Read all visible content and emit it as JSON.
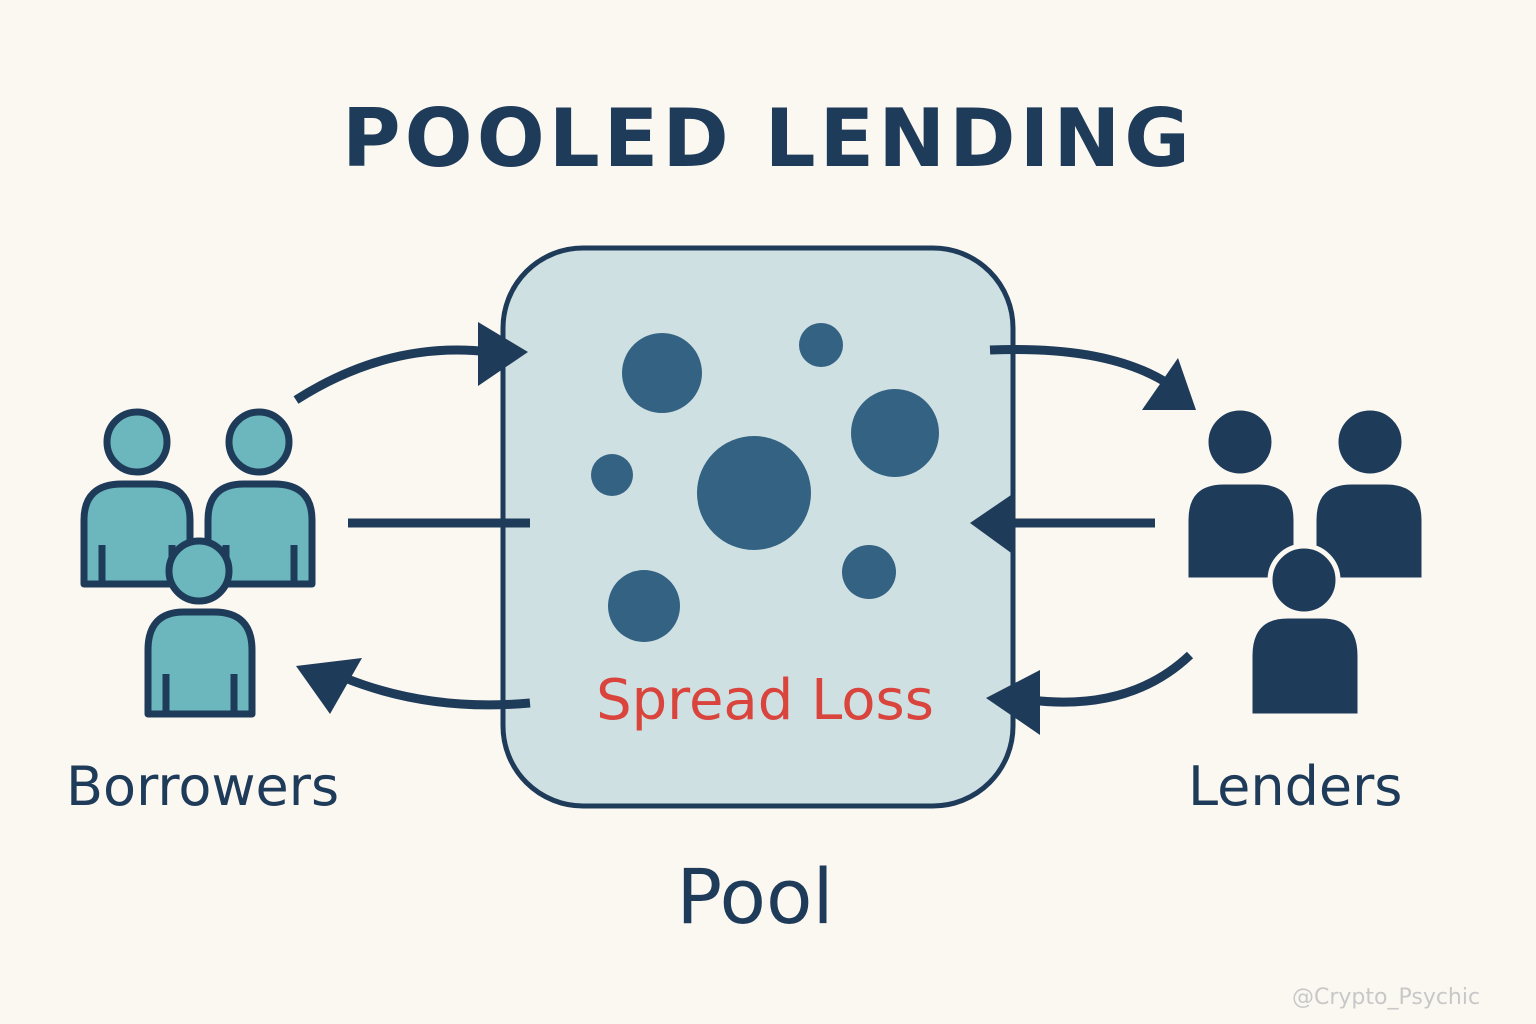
{
  "title": "POOLED LENDING",
  "labels": {
    "borrowers": "Borrowers",
    "lenders": "Lenders",
    "pool": "Pool",
    "spread_loss": "Spread Loss"
  },
  "watermark": "@Crypto_Psychic",
  "colors": {
    "background": "#fbf8f1",
    "navy": "#1f3b5a",
    "teal": "#6bb7bd",
    "pool_fill": "#cfe0e3",
    "circle": "#336283",
    "loss_red": "#d9443d"
  },
  "icons": {
    "borrowers": "people-group-icon",
    "lenders": "people-group-icon",
    "pool": "pool-circles-icon"
  }
}
